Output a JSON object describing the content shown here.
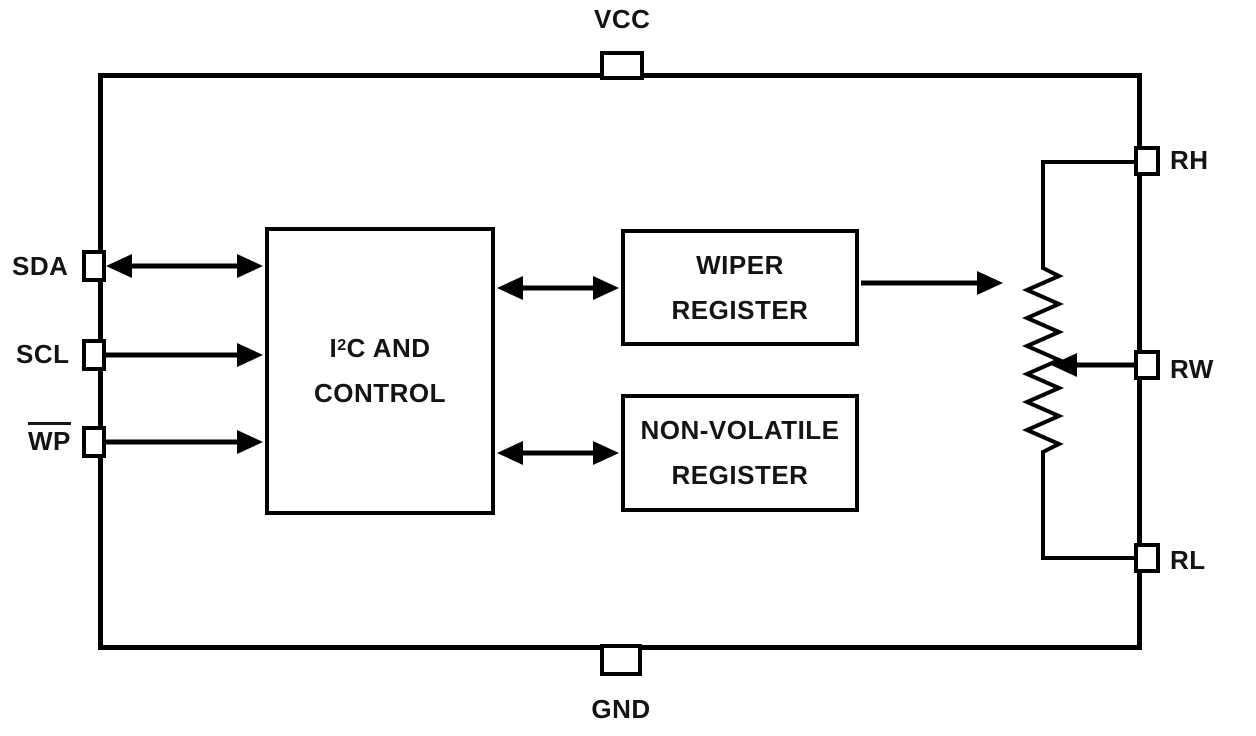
{
  "diagram": {
    "type": "ic-block-diagram",
    "description": "I2C digital potentiometer functional block diagram"
  },
  "pins": {
    "vcc": {
      "label": "VCC"
    },
    "gnd": {
      "label": "GND"
    },
    "sda": {
      "label": "SDA"
    },
    "scl": {
      "label": "SCL"
    },
    "wp": {
      "label": "WP",
      "overline": true
    },
    "rh": {
      "label": "RH"
    },
    "rw": {
      "label": "RW"
    },
    "rl": {
      "label": "RL"
    }
  },
  "blocks": {
    "i2c_control": {
      "line1_pre": "I",
      "line1_sup": "2",
      "line1_post": "C AND",
      "line2": "CONTROL"
    },
    "wiper_register": {
      "line1": "WIPER",
      "line2": "REGISTER"
    },
    "nonvolatile_register": {
      "line1": "NON-VOLATILE",
      "line2": "REGISTER"
    }
  },
  "connections": {
    "sda_to_i2c": "bidirectional",
    "scl_to_i2c": "input",
    "wp_to_i2c": "input",
    "i2c_to_wiper_register": "bidirectional",
    "i2c_to_nonvolatile_register": "bidirectional",
    "wiper_register_to_resistor": "output",
    "rw_to_resistor_wiper": "input"
  },
  "colors": {
    "line": "#000000",
    "text": "#141414",
    "background": "#ffffff"
  }
}
